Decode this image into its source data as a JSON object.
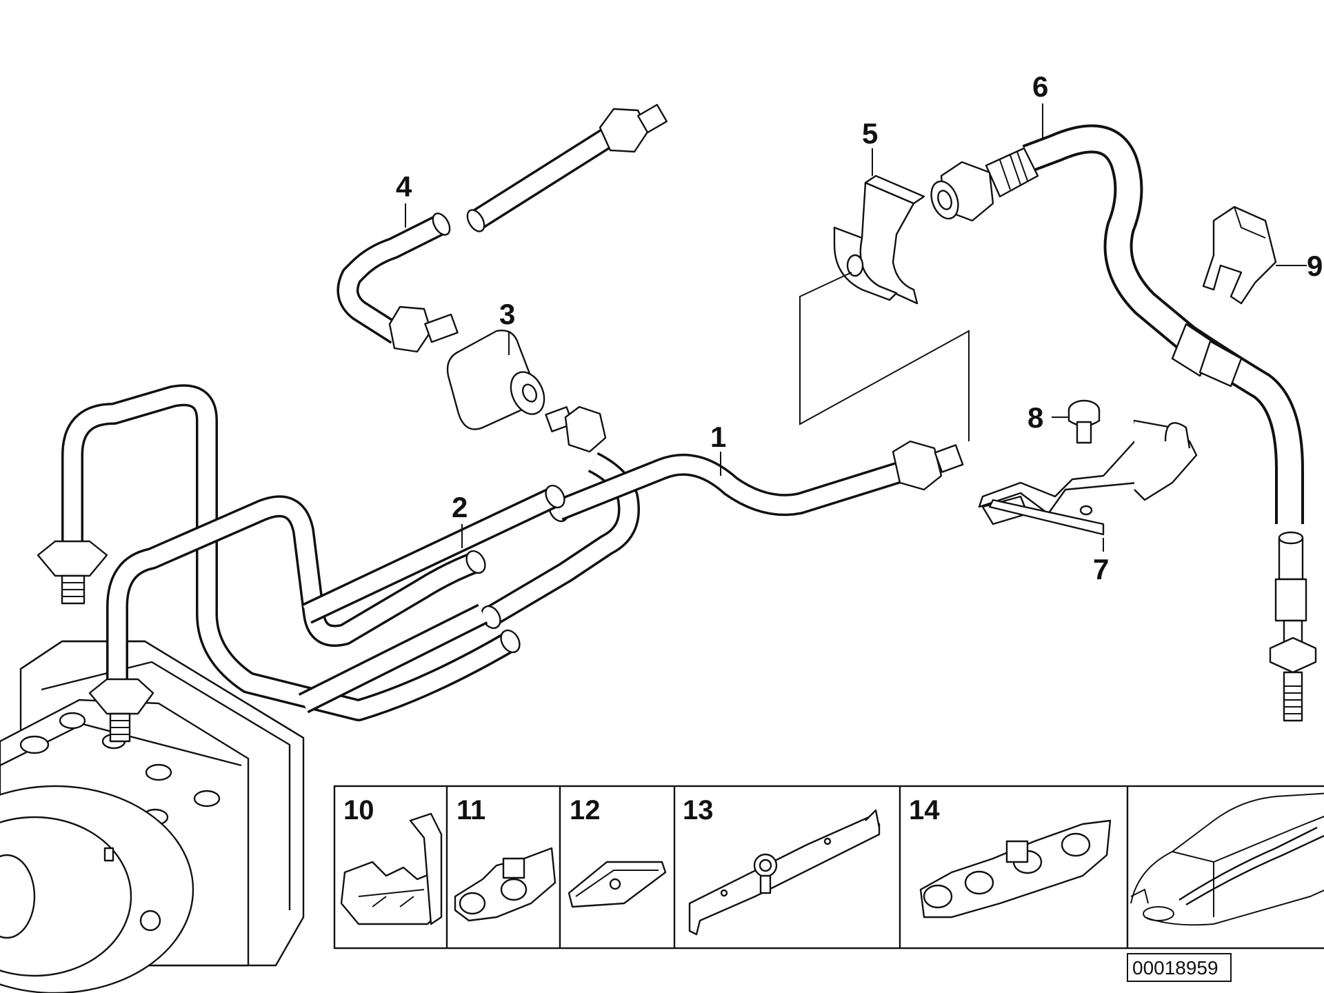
{
  "callouts": {
    "c1": "1",
    "c2": "2",
    "c3": "3",
    "c4": "4",
    "c5": "5",
    "c6": "6",
    "c7": "7",
    "c8": "8",
    "c9": "9"
  },
  "panels": [
    {
      "label": "10",
      "part": "double-pipe-clip"
    },
    {
      "label": "11",
      "part": "pipe-holder-2x"
    },
    {
      "label": "12",
      "part": "pipe-holder-clip"
    },
    {
      "label": "13",
      "part": "mounting-bracket"
    },
    {
      "label": "14",
      "part": "pipe-holder-4x"
    },
    {
      "label": "",
      "part": "vehicle-location-view"
    }
  ],
  "reference_number": "00018959",
  "colors": {
    "ink": "#111111",
    "paper": "#ffffff"
  }
}
